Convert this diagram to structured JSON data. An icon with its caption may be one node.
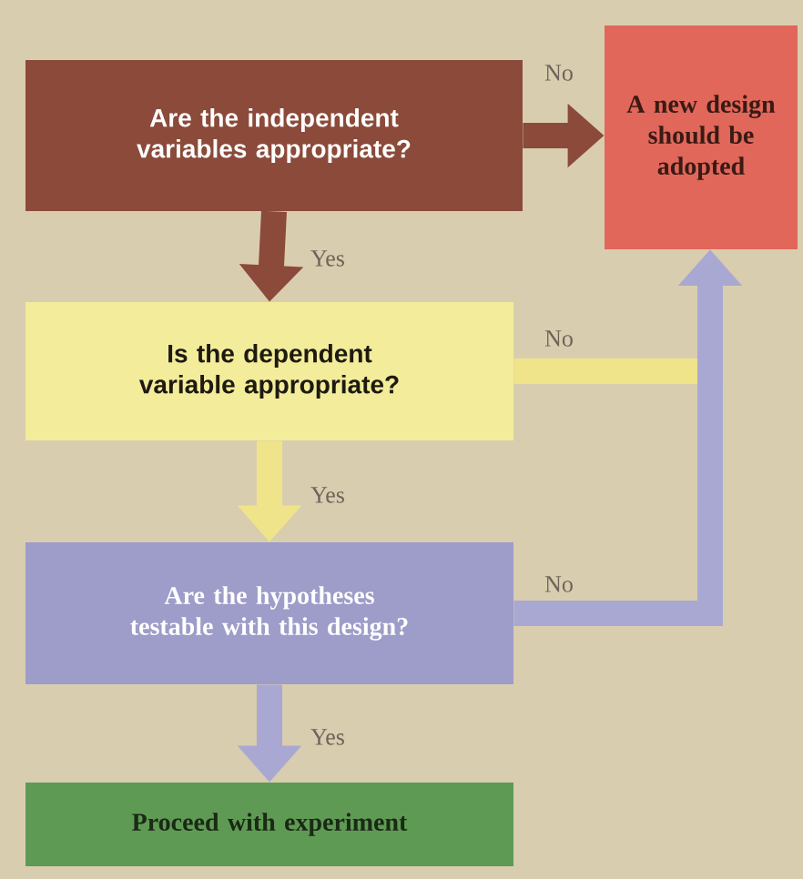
{
  "diagram": {
    "nodes": [
      {
        "text": [
          "Are the independent variables appropriate?"
        ]
      },
      {
        "text": [
          "A new design should be adopted"
        ]
      },
      {
        "text": [
          "Is the dependent variable appropriate?"
        ]
      },
      {
        "text": [
          "Are the hypotheses testable with this design?"
        ]
      },
      {
        "text": [
          "Proceed with experiment"
        ]
      }
    ],
    "edges": [
      {
        "from": 0,
        "to": 1,
        "arrow": "to",
        "label": "No",
        "color": "#8b4a3a"
      },
      {
        "from": 0,
        "to": 2,
        "arrow": "to",
        "label": "Yes",
        "color": "#8b4a3a"
      },
      {
        "from": 2,
        "to": 1,
        "arrow": "to",
        "label": "No",
        "color": "#efe48a"
      },
      {
        "from": 2,
        "to": 3,
        "arrow": "to",
        "label": "Yes",
        "color": "#efe48a"
      },
      {
        "from": 3,
        "to": 1,
        "arrow": "to",
        "label": "No",
        "color": "#a9a8d3"
      },
      {
        "from": 3,
        "to": 4,
        "arrow": "to",
        "label": "Yes",
        "color": "#a9a8d3"
      }
    ]
  }
}
